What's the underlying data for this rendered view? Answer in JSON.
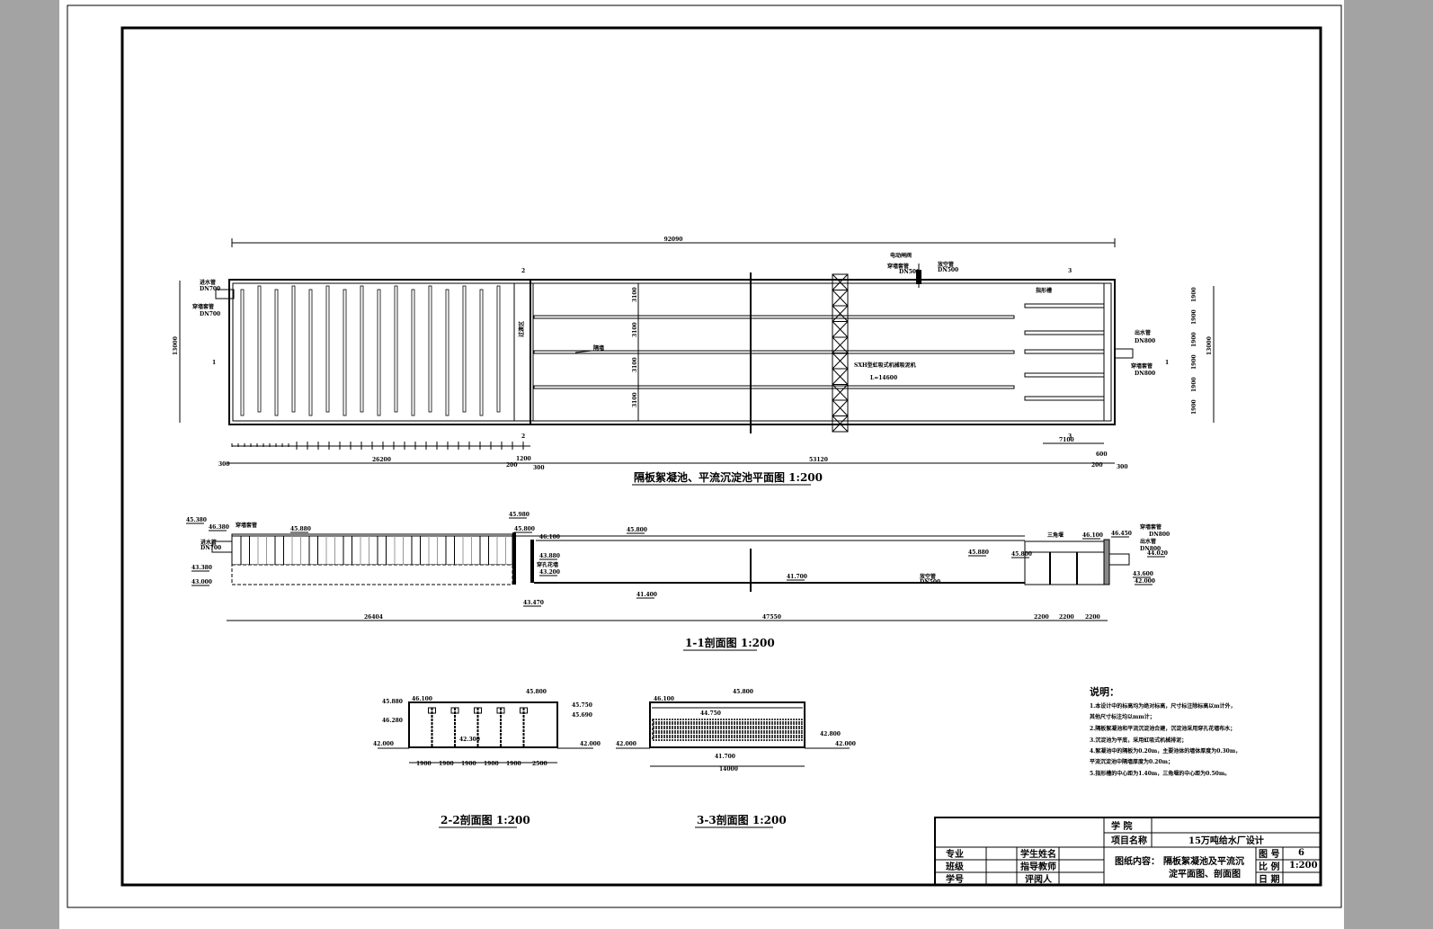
{
  "viewer": {
    "background_color": "#a3a3a3",
    "sheet_color": "#ffffff"
  },
  "plan": {
    "title": "隔板絮凝池、平流沉淀池平面图 1:200",
    "total_length": "92090",
    "width_left": "13000",
    "width_right": "13000",
    "inlet_pipe": "进水管",
    "inlet_dn": "DN700",
    "sleeve_pipe_left": "穿墙套管",
    "sleeve_dn_left": "DN700",
    "transition_zone": "过渡区",
    "partition_wall": "隔墙",
    "scraper": "SXH型虹吸式机械吸泥机",
    "scraper_length": "L=14600",
    "valve": "电动闸阀",
    "sleeve_pipe_drain": "穿墙套管",
    "sleeve_dn_drain": "DN500",
    "drain_pipe": "放空管",
    "drain_dn": "DN500",
    "finger_trough": "指形槽",
    "outlet_pipe": "出水管",
    "outlet_dn": "DN800",
    "sleeve_pipe_right": "穿墙套管",
    "sleeve_dn_right": "DN800",
    "section_mark_1": "1",
    "section_mark_2": "2",
    "section_mark_3": "3",
    "dims_bottom": [
      "300",
      "26200",
      "200",
      "1200",
      "300",
      "53120",
      "200",
      "300",
      "7100",
      "600"
    ],
    "dims_right": [
      "1900",
      "1900",
      "1900",
      "1900",
      "1900",
      "1900"
    ],
    "partition_spacing": [
      "3100",
      "3100",
      "3100",
      "3100"
    ]
  },
  "section_1_1": {
    "title": "1-1剖面图 1:200",
    "labels": {
      "inlet_pipe": "进水管",
      "inlet_dn": "DN700",
      "sleeve_pipe": "穿墙套管",
      "perforated_wall": "穿孔花墙",
      "drain_pipe": "放空管",
      "drain_dn": "DN500",
      "weir": "三角堰",
      "sleeve_pipe_right": "穿墙套管",
      "sleeve_dn_right": "DN800",
      "outlet_pipe": "出水管",
      "outlet_dn": "DN800"
    },
    "elevations": [
      "45.380",
      "46.380",
      "45.880",
      "43.380",
      "43.000",
      "45.980",
      "45.800",
      "46.100",
      "43.880",
      "43.200",
      "43.470",
      "45.800",
      "41.700",
      "41.400",
      "45.880",
      "45.800",
      "46.100",
      "46.450",
      "44.020",
      "43.600",
      "42.000"
    ],
    "dims": [
      "26404",
      "47550",
      "2200",
      "2200",
      "2200"
    ]
  },
  "section_2_2": {
    "title": "2-2剖面图  1:200",
    "elevations": [
      "45.880",
      "46.100",
      "45.800",
      "45.750",
      "46.280",
      "45.690",
      "42.000",
      "42.300",
      "42.000"
    ],
    "dims": [
      "1900",
      "1900",
      "1900",
      "1900",
      "1900",
      "2500"
    ]
  },
  "section_3_3": {
    "title": "3-3剖面图  1:200",
    "elevations": [
      "46.100",
      "45.800",
      "44.750",
      "42.000",
      "42.800",
      "42.000",
      "41.700"
    ],
    "dims": [
      "14000"
    ]
  },
  "notes": {
    "heading": "说明：",
    "lines": [
      "1.本设计中的标高均为绝对标高，尺寸标注除标高以m计外，",
      "其他尺寸标注均以mm计；",
      "2.隔板絮凝池和平流沉淀池合建，沉淀池采用穿孔花墙布水；",
      "3.沉淀池为平底，采用虹吸式机械排泥；",
      "4.絮凝池中的隔板为0.20m，主要池体的墙体厚度为0.30m，",
      "平流沉淀池中隔墙厚度为0.20m；",
      "5.指形槽的中心距为1.40m，三角堰的中心距为0.50m。"
    ]
  },
  "title_block": {
    "college_label": "学    院",
    "college_value": "",
    "project_label": "项目名称",
    "project_value": "15万吨给水厂设计",
    "major": "专业",
    "class": "班级",
    "student_no": "学号",
    "student_name": "学生姓名",
    "advisor": "指导教师",
    "reviewer": "评阅人",
    "content_label": "图纸内容：",
    "content_line1": "隔板絮凝池及平流沉",
    "content_line2": "淀平面图、剖面图",
    "drawing_no_label": "图 号",
    "drawing_no": "6",
    "scale_label": "比 例",
    "scale": "1:200",
    "date_label": "日 期",
    "date": ""
  }
}
